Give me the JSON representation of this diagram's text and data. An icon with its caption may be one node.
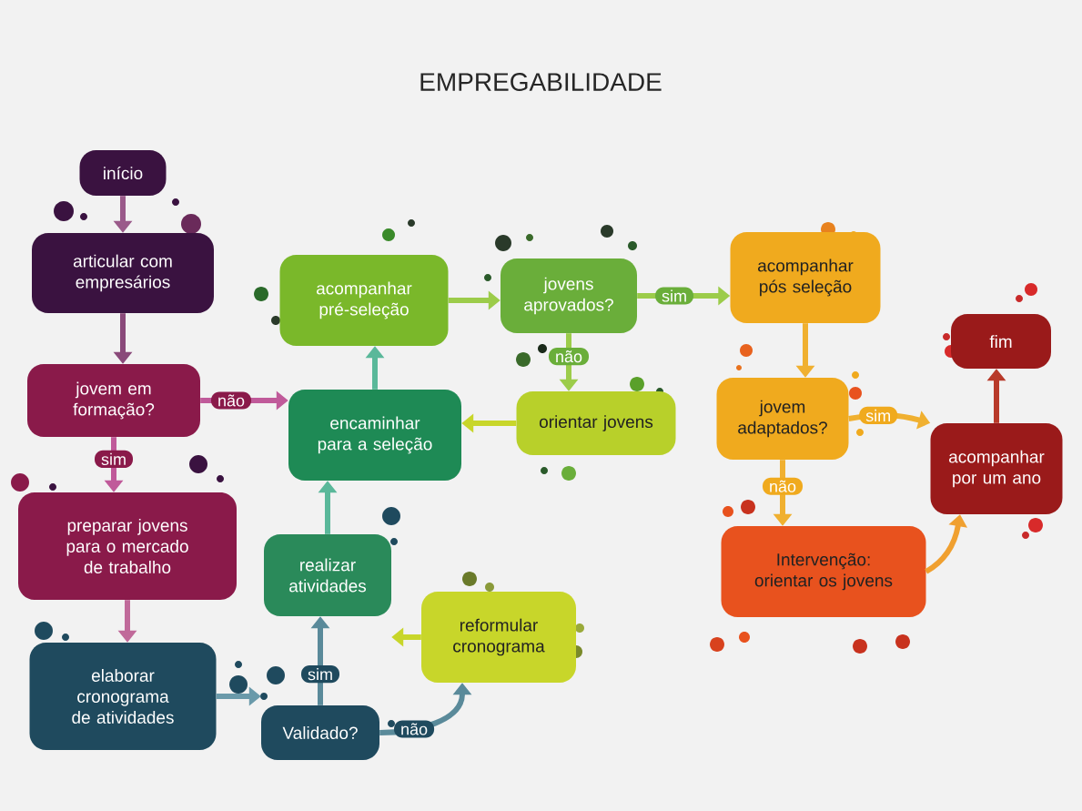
{
  "diagram": {
    "title": "EMPREGABILIDADE",
    "nodes": [
      {
        "text": [
          "início"
        ]
      },
      {
        "text": [
          "articular com empresários"
        ]
      },
      {
        "text": [
          "jovem em formação?"
        ]
      },
      {
        "text": [
          "preparar jovens para o mercado de trabalho"
        ]
      },
      {
        "text": [
          "elaborar cronograma de atividades"
        ]
      },
      {
        "text": [
          "Validado?"
        ]
      },
      {
        "text": [
          "realizar atividades"
        ]
      },
      {
        "text": [
          "reformular cronograma"
        ]
      },
      {
        "text": [
          "encaminhar para a seleção"
        ]
      },
      {
        "text": [
          "acompanhar pré-seleção"
        ]
      },
      {
        "text": [
          "jovens aprovados?"
        ]
      },
      {
        "text": [
          "orientar jovens"
        ]
      },
      {
        "text": [
          "acompanhar pós seleção"
        ]
      },
      {
        "text": [
          "jovem adaptados?"
        ]
      },
      {
        "text": [
          "Intervenção: orientar os jovens"
        ]
      },
      {
        "text": [
          "acompanhar por um ano"
        ]
      },
      {
        "text": [
          "fim"
        ]
      }
    ],
    "edges": [
      {
        "from": 0,
        "to": 1,
        "arrow": "to",
        "color": "#9a5a8a"
      },
      {
        "from": 1,
        "to": 2,
        "arrow": "to",
        "color": "#8a4a7a"
      },
      {
        "from": 2,
        "to": 8,
        "arrow": "to",
        "label": "não",
        "color": "#c05a9a"
      },
      {
        "from": 2,
        "to": 3,
        "arrow": "to",
        "label": "sim",
        "color": "#c05a9a"
      },
      {
        "from": 3,
        "to": 4,
        "arrow": "to",
        "color": "#c06a9a"
      },
      {
        "from": 4,
        "to": 5,
        "arrow": "to",
        "color": "#6a9aaa"
      },
      {
        "from": 5,
        "to": 6,
        "arrow": "to",
        "label": "sim",
        "color": "#5a8a9a"
      },
      {
        "from": 5,
        "to": 7,
        "arrow": "to",
        "label": "não",
        "color": "#5a8a9a"
      },
      {
        "from": 7,
        "to": 6,
        "arrow": "to",
        "color": "#c8d62a"
      },
      {
        "from": 6,
        "to": 8,
        "arrow": "to",
        "color": "#5ab89a"
      },
      {
        "from": 8,
        "to": 9,
        "arrow": "to",
        "color": "#5ab89a"
      },
      {
        "from": 9,
        "to": 10,
        "arrow": "to",
        "color": "#9ccc4a"
      },
      {
        "from": 10,
        "to": 12,
        "arrow": "to",
        "label": "sim",
        "color": "#9ccc4a"
      },
      {
        "from": 10,
        "to": 11,
        "arrow": "to",
        "label": "não",
        "color": "#9ccc4a"
      },
      {
        "from": 11,
        "to": 8,
        "arrow": "to",
        "color": "#c8d62a"
      },
      {
        "from": 12,
        "to": 13,
        "arrow": "to",
        "color": "#f0b030"
      },
      {
        "from": 13,
        "to": 15,
        "arrow": "to",
        "label": "sim",
        "color": "#f0b030"
      },
      {
        "from": 13,
        "to": 14,
        "arrow": "to",
        "label": "não",
        "color": "#f0b030"
      },
      {
        "from": 14,
        "to": 15,
        "arrow": "to",
        "color": "#f0a030"
      },
      {
        "from": 15,
        "to": 16,
        "arrow": "to",
        "color": "#b83a2a"
      }
    ]
  }
}
